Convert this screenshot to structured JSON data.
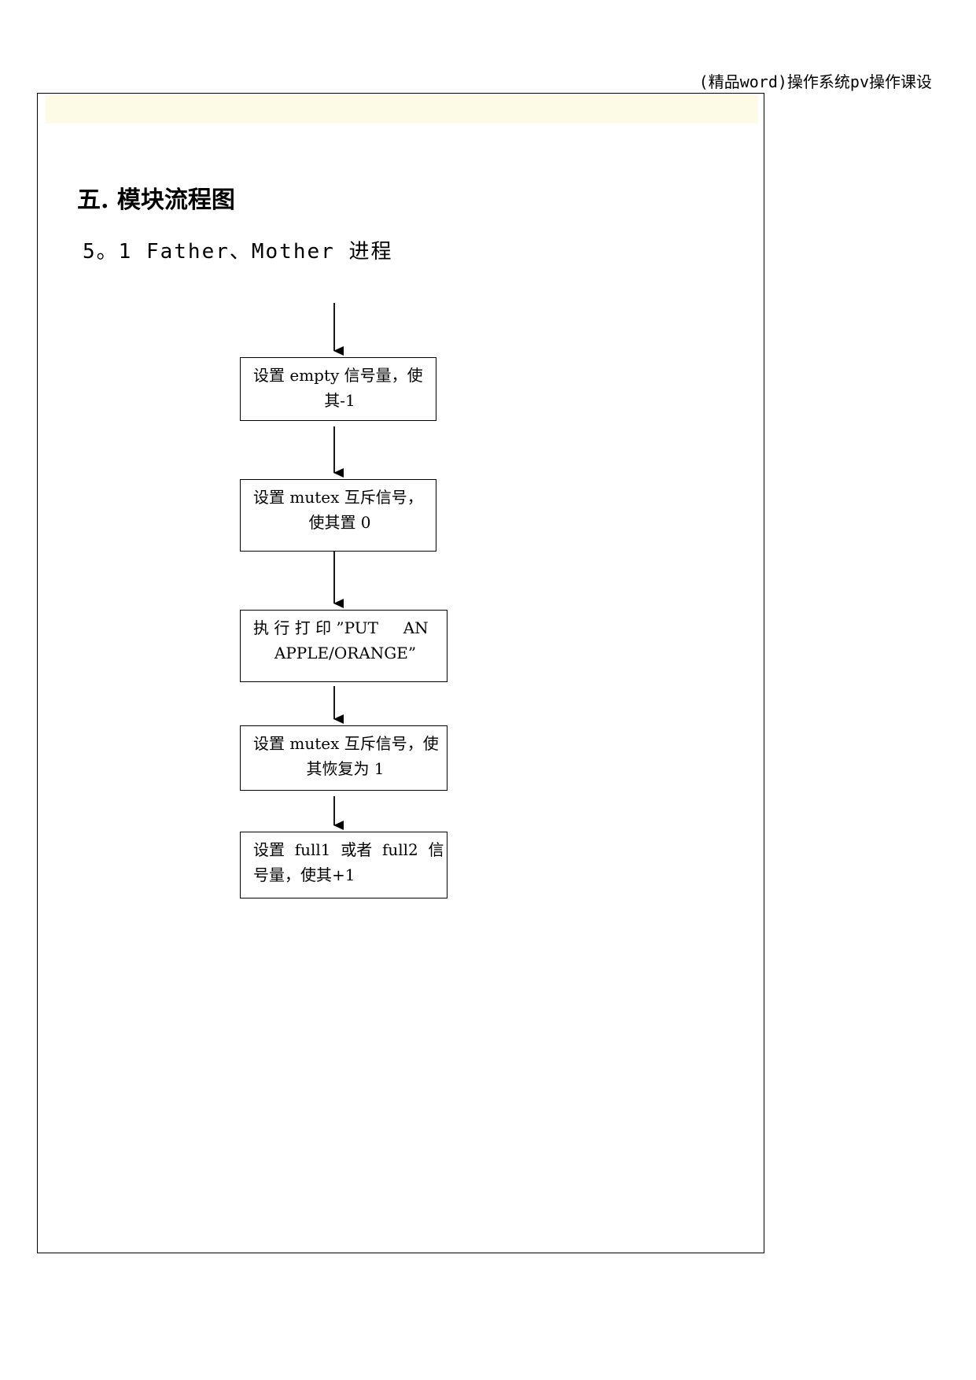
{
  "running_header": "(精品word)操作系统pv操作课设",
  "section_heading": "五. 模块流程图",
  "subsection_heading": "5。1 Father、Mother 进程",
  "flowchart": {
    "steps": [
      {
        "line1": "设置 empty 信号量，使",
        "line2": "其-1"
      },
      {
        "line1": "设置 mutex 互斥信号，",
        "line2": "使其置 0"
      },
      {
        "line1": "执 行 打 印 ”PUT     AN",
        "line2": "APPLE/ORANGE”"
      },
      {
        "line1": "设置 mutex 互斥信号，使",
        "line2": "其恢复为 1"
      },
      {
        "line1": "设置  full1  或者  full2  信",
        "line2": "号量，使其+1"
      }
    ]
  }
}
